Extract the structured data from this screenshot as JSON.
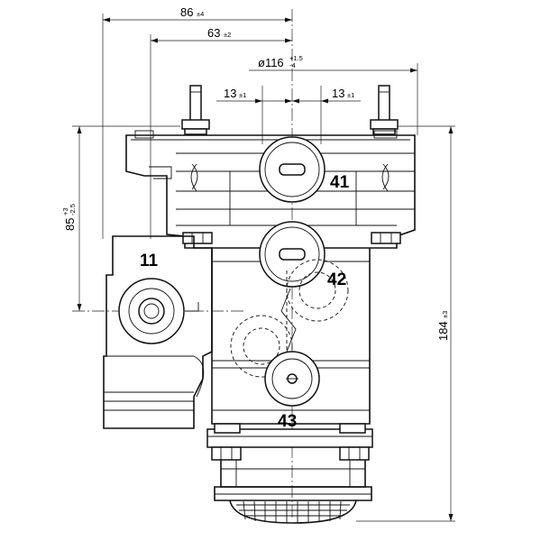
{
  "dimensions": {
    "width_86": {
      "value": "86",
      "tol": "±4"
    },
    "width_63": {
      "value": "63",
      "tol": "±2"
    },
    "diameter_116": {
      "value": "ø116",
      "tol_upper": "+1.5",
      "tol_lower": "-4"
    },
    "spacing_13_left": {
      "value": "13",
      "tol": "±1"
    },
    "spacing_13_right": {
      "value": "13",
      "tol": "±1"
    },
    "height_85": {
      "value": "85",
      "tol_upper": "+3",
      "tol_lower": "-2.5"
    },
    "height_184": {
      "value": "184",
      "tol": "±3"
    }
  },
  "ports": {
    "p11": "11",
    "p41": "41",
    "p42": "42",
    "p43": "43"
  }
}
